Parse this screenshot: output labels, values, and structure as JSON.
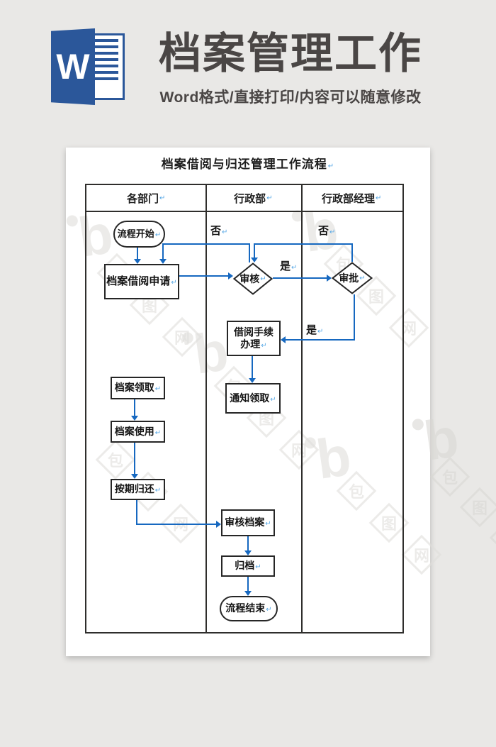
{
  "header": {
    "title": "档案管理工作",
    "subtitle": "Word格式/直接打印/内容可以随意修改",
    "logo_letter": "W"
  },
  "document": {
    "title": "档案借阅与归还管理工作流程",
    "columns": [
      "各部门",
      "行政部",
      "行政部经理"
    ],
    "nodes": {
      "start": "流程开始",
      "apply": "档案借阅申请",
      "review": "审核",
      "approve": "审批",
      "procedure_line1": "借阅手续",
      "procedure_line2": "办理",
      "notify": "通知领取",
      "pickup": "档案领取",
      "use": "档案使用",
      "return": "按期归还",
      "check": "审核档案",
      "archive": "归档",
      "end": "流程结束"
    },
    "labels": {
      "yes": "是",
      "no": "否"
    },
    "return_mark": "↵"
  },
  "watermark": {
    "logo": "b",
    "chars": [
      "包",
      "图",
      "网"
    ]
  },
  "colors": {
    "background": "#e9e8e6",
    "arrow_blue": "#1668c0",
    "logo_blue": "#2b579a",
    "title_gray": "#4a4645",
    "paragraph_mark_blue": "#59a9e6",
    "node_border": "#262626",
    "watermark_gray": "#e0dfdc"
  }
}
